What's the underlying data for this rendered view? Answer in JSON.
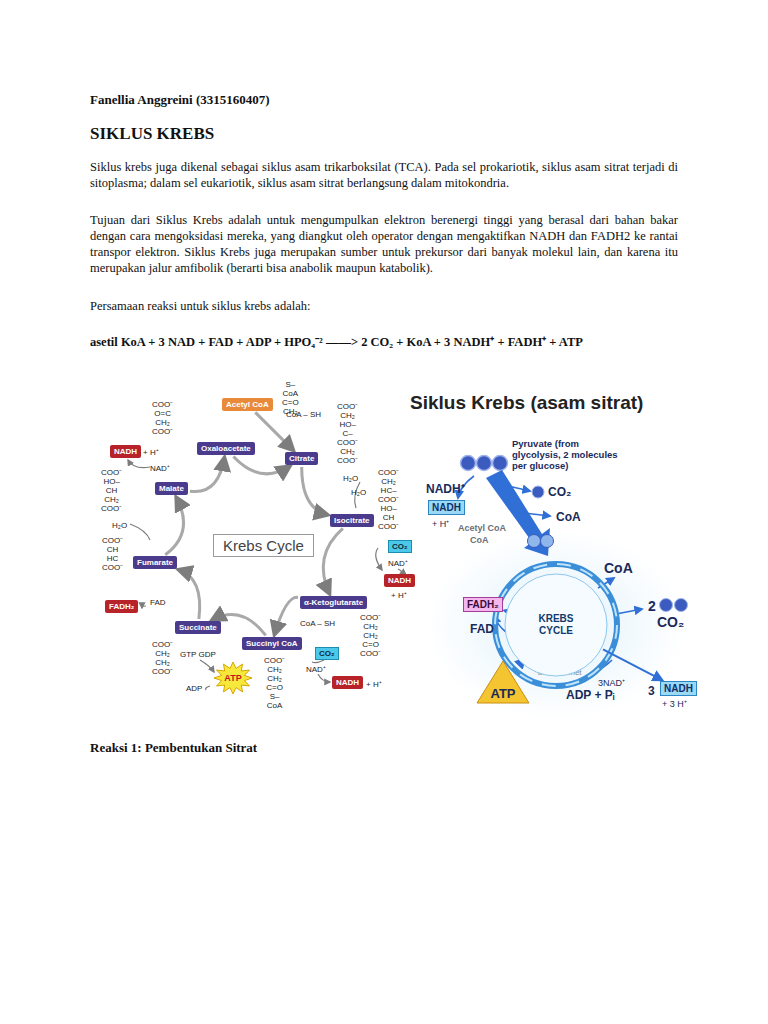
{
  "diagram": {
    "title": "SIKLUS KREBS",
    "nodes": [
      {
        "text": [
          "Acetyl CoA"
        ]
      },
      {
        "text": [
          "Citrate"
        ]
      },
      {
        "text": [
          "NADH"
        ]
      },
      {
        "text": [
          "Oxaloacetate"
        ]
      },
      {
        "text": [
          "Isocitrate"
        ]
      },
      {
        "text": [
          "Malate"
        ]
      },
      {
        "text": [
          "Krebs Cycle"
        ]
      },
      {
        "text": [
          "CO₂"
        ]
      },
      {
        "text": [
          "NADH"
        ]
      },
      {
        "text": [
          "Fumarate"
        ]
      },
      {
        "text": [
          "α-Ketoglutarate"
        ]
      },
      {
        "text": [
          "Succinyl CoA"
        ]
      },
      {
        "text": [
          "CO₂"
        ]
      },
      {
        "text": [
          "FADH₂"
        ]
      },
      {
        "text": [
          "NADH"
        ]
      },
      {
        "text": [
          "Succinate"
        ]
      },
      {
        "text": [
          "ATP"
        ]
      },
      {
        "text": [
          "NADH"
        ]
      },
      {
        "text": [
          "FADH₂"
        ]
      },
      {
        "text": [
          "KREBS CYCLE"
        ]
      },
      {
        "text": [
          "NADH"
        ]
      },
      {
        "text": [
          "ATP"
        ]
      }
    ],
    "edges": [
      {
        "from": 3,
        "to": 1,
        "arrow": "to"
      },
      {
        "from": 0,
        "to": 1,
        "arrow": "to"
      },
      {
        "from": 1,
        "to": 4,
        "arrow": "to"
      },
      {
        "from": 4,
        "to": 10,
        "arrow": "to"
      },
      {
        "from": 10,
        "to": 11,
        "arrow": "to"
      },
      {
        "from": 11,
        "to": 15,
        "arrow": "to"
      },
      {
        "from": 15,
        "to": 9,
        "arrow": "to"
      },
      {
        "from": 9,
        "to": 5,
        "arrow": "to"
      },
      {
        "from": 5,
        "to": 3,
        "arrow": "to"
      },
      {
        "from": 19,
        "to": 18,
        "arrow": "to"
      },
      {
        "from": 19,
        "to": 21,
        "arrow": "to"
      },
      {
        "from": 19,
        "to": 20,
        "arrow": "to"
      }
    ],
    "labels": [
      "Fanellia Anggreini (3315160407)",
      "Siklus krebs juga dikenal sebagai siklus asam trikarboksilat (TCA). Pada sel prokariotik, siklus asam sitrat terjadi di sitoplasma; dalam sel eukariotik, siklus asam sitrat berlangsung dalam mitokondria.",
      "Tujuan dari Siklus Krebs adalah untuk mengumpulkan elektron berenergi tinggi yang berasal dari bahan bakar dengan cara mengoksidasi mereka, yang diangkut oleh operator dengan mengaktifkan NADH dan FADH2 ke rantai transpor elektron. Siklus Krebs juga merupakan sumber untuk prekursor dari banyak molekul lain, dan karena itu merupakan jalur amfibolik (berarti bisa anabolik maupun katabolik).",
      "Persamaan reaksi untuk siklus krebs adalah:",
      "asetil KoA + 3 NAD + FAD + ADP + HPO₄⁻² ——> 2 CO₂ + KoA + 3 NADH⁺ + FADH⁺ + ATP",
      "S–CoA C=O CH₃",
      "CoA – SH",
      "COO⁻ O=C CH₂ COO⁻",
      "COO⁻ CH₂ HO–C–COO⁻ CH₂ COO⁻",
      "H₂O",
      "H₂O",
      "COO⁻ CH₂ HC–COO⁻ HO–CH COO⁻",
      "+ H⁺",
      "NAD⁺",
      "COO⁻ HO–CH CH₂ COO⁻",
      "H₂O",
      "NAD⁺",
      "+ H⁺",
      "COO⁻ CH HC COO⁻",
      "COO⁻ CH₂ CH₂ C=O COO⁻",
      "CoA – SH",
      "FAD",
      "NAD⁺",
      "+ H⁺",
      "COO⁻ CH₂ CH₂ COO⁻",
      "COO⁻ CH₂ CH₂ C=O S–CoA",
      "GTP GDP",
      "ADP",
      "Siklus Krebs (asam sitrat)",
      "Pyruvate (from glycolysis, 2 molecules per glucose)",
      "NADH⁺",
      "CO₂",
      "+ H⁺",
      "CoA",
      "Acetyl CoA",
      "CoA",
      "CoA",
      "FAD",
      "2",
      "CO₂",
      "3NAD⁺",
      "3",
      "+ 3 H⁺",
      "budisma.net",
      "ADP + Pᵢ",
      "Reaksi 1: Pembentukan Sitrat"
    ]
  }
}
